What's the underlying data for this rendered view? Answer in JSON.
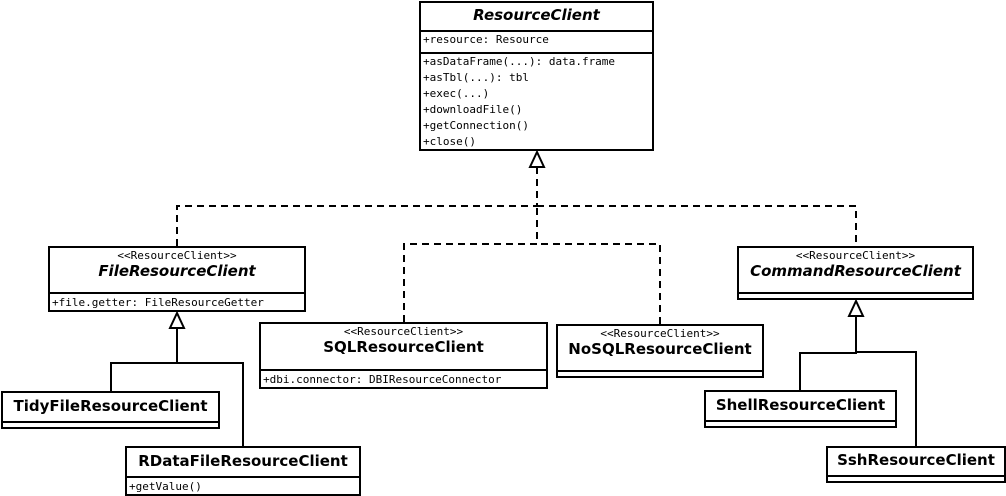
{
  "classes": {
    "resource_client": {
      "name": "ResourceClient",
      "attributes": [
        "+resource: Resource"
      ],
      "methods": [
        "+asDataFrame(...): data.frame",
        "+asTbl(...): tbl",
        "+exec(...)",
        "+downloadFile()",
        "+getConnection()",
        "+close()"
      ]
    },
    "file_resource_client": {
      "stereotype": "<<ResourceClient>>",
      "name": "FileResourceClient",
      "attributes": [
        "+file.getter: FileResourceGetter"
      ]
    },
    "sql_resource_client": {
      "stereotype": "<<ResourceClient>>",
      "name": "SQLResourceClient",
      "attributes": [
        "+dbi.connector: DBIResourceConnector"
      ]
    },
    "nosql_resource_client": {
      "stereotype": "<<ResourceClient>>",
      "name": "NoSQLResourceClient"
    },
    "command_resource_client": {
      "stereotype": "<<ResourceClient>>",
      "name": "CommandResourceClient"
    },
    "tidy_file_resource_client": {
      "name": "TidyFileResourceClient"
    },
    "rdata_file_resource_client": {
      "name": "RDataFileResourceClient",
      "methods": [
        "+getValue()"
      ]
    },
    "shell_resource_client": {
      "name": "ShellResourceClient"
    },
    "ssh_resource_client": {
      "name": "SshResourceClient"
    }
  }
}
